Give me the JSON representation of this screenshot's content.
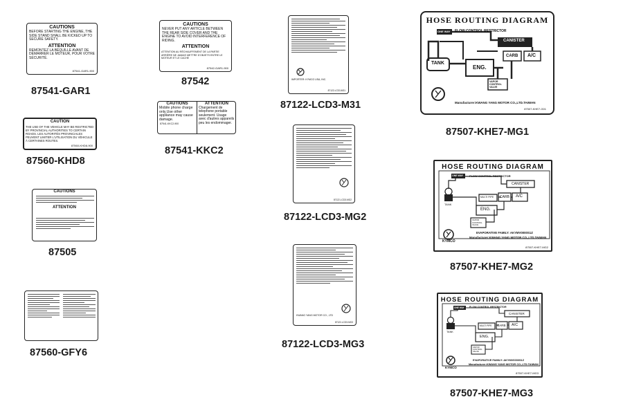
{
  "parts": {
    "p1": "87541-GAR1",
    "p2": "87542",
    "p3": "87122-LCD3-M31",
    "p4": "87507-KHE7-MG1",
    "p5": "87560-KHD8",
    "p6": "87541-KKC2",
    "p7": "87505",
    "p8": "87122-LCD3-MG2",
    "p9": "87507-KHE7-MG2",
    "p10": "87560-GFY6",
    "p11": "87122-LCD3-MG3",
    "p12": "87507-KHE7-MG3"
  },
  "labels": {
    "gar1": {
      "caution": "CAUTIONS",
      "caution_text": "BEFORE STARTING THE ENGINE, THE SIDE STAND SHALL BE KICKED UP TO SECURE SAFETY.",
      "attention": "ATTENTION",
      "attention_text": "REMONTEZ LA BÉQUILLE AVANT DE DÉMARRER LE MOTEUR, POUR VOTRE SÉCURITÉ.",
      "code": "87541-GAR1-900"
    },
    "p87542": {
      "caution": "CAUTIONS",
      "caution_text": "NEVER PUT ANY ARTICLE BETWEEN THE REAR SIDE COVER AND THE ENGINE TO AVOID INTERFERENCE OF RIDING.",
      "attention": "ATTENTION",
      "attention_text": "ATTENTION AU RÉCHAUFFEMENT DE LA PARTIE ARRIÈRE NE JAMAIS METTRE D'OBJETS ENTRE LE MOTEUR ET LE CACHE",
      "code": "87542-GAR1-900"
    },
    "khd8": {
      "caution": "CAUTION",
      "text": "THE USE OF THE VEHICLE MAY BE RESTRICTED BY PROVINCIAL AUTHORITIES TO CERTAIN ROADS. LES AUTORITÉS PROVINCIALES PEUVENT LIMITER L'UTILISATION DU VÉHICULE À CERTAINES ROUTES.",
      "code": "87560-KHD8-900"
    },
    "kkc2": {
      "caution": "CAUTIONS",
      "attention": "ATTENTION",
      "left_text": "Mobile phone charge only.Use other appliance may cause damage.",
      "right_text": "Chargement de telephone portable seulement. Usage avec d'autres appareils peu les endommager.",
      "code": "87541-KKC2-900"
    },
    "p87505": {
      "caution": "CAUTIONS",
      "attention": "ATTENTION"
    },
    "m31": {
      "importer": "IMPORTER: KYMCO USA, INC.",
      "code": "87122-LCD3-M31"
    },
    "mg2": {
      "code": "87122-LCD3-MG2"
    },
    "mg3": {
      "company": "KWANG YANG MOTOR CO., LTD",
      "code": "87122-LCD3-MG3"
    },
    "hose": {
      "title": "HOSE ROUTING DIAGRAM",
      "one_way": "ONE WAY",
      "restrictor": "FLOW CONTROL RESTRICTOR",
      "canister": "CANISTER",
      "carb": "CARB",
      "ac": "A/C",
      "eng": "ENG.",
      "tank": "TANK",
      "multi_pipe": "MULTI PIPE",
      "vapor": "VAPOR CONTROL VALVE",
      "evap": "EVAPORATIVE FAMILY: AKYMV0000S1Z",
      "manufacturer": "Manufacturer:KWANG YANG MOTOR CO.,LTD.TAIWAN",
      "brand": "KYMCO",
      "code1": "87507-KHE7-G01",
      "code2": "87507-KHE7-MG2",
      "code3": "87507-KHE7-MG3"
    }
  }
}
